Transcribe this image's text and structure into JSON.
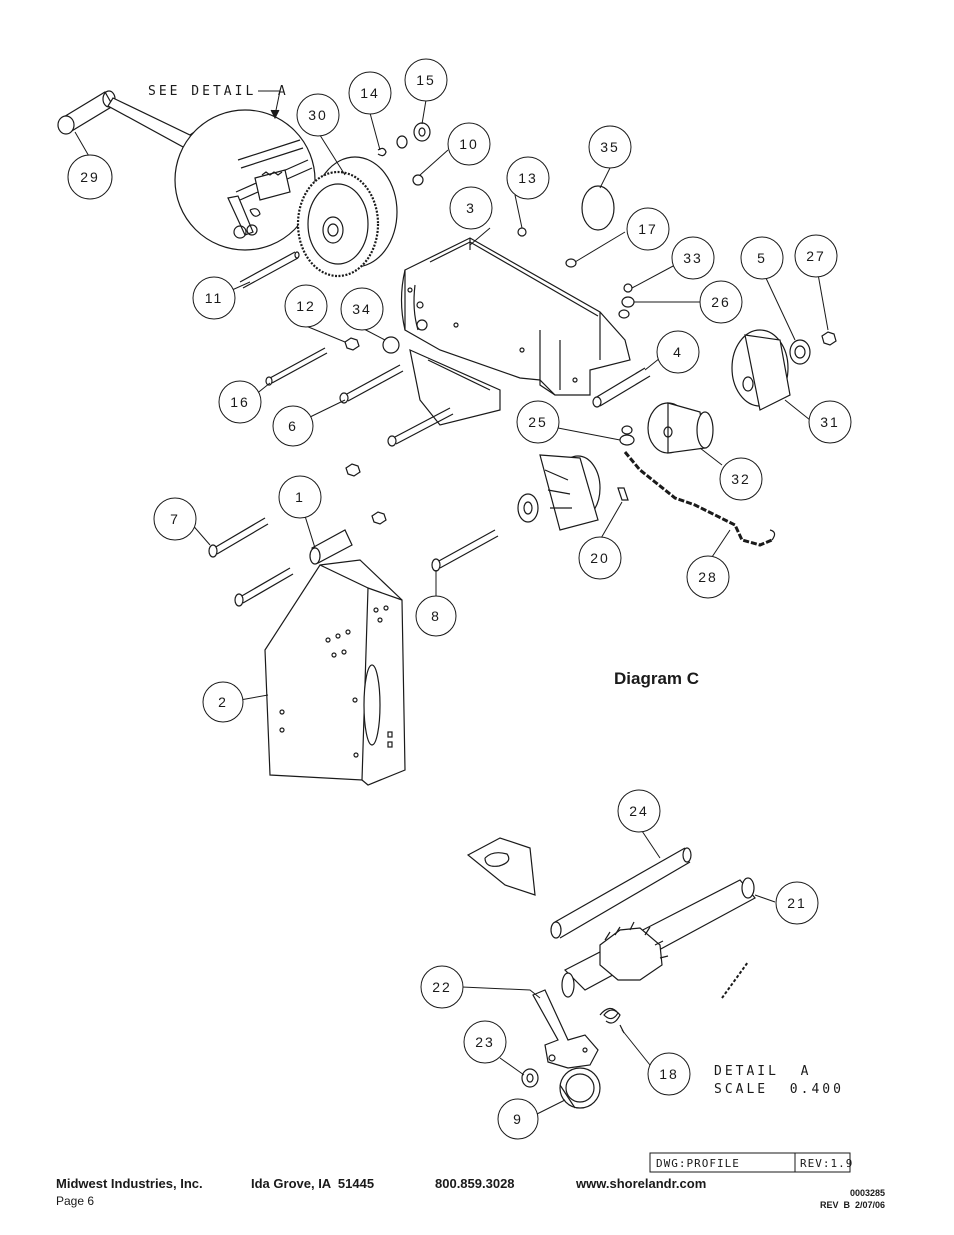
{
  "diagram": {
    "title": "Diagram C",
    "see_detail_label": "SEE DETAIL  A",
    "detail_label": "DETAIL  A",
    "scale_label": "SCALE  0.400",
    "callouts": [
      "29",
      "30",
      "14",
      "15",
      "10",
      "13",
      "35",
      "3",
      "17",
      "33",
      "5",
      "27",
      "26",
      "11",
      "12",
      "34",
      "16",
      "6",
      "4",
      "31",
      "25",
      "32",
      "7",
      "1",
      "20",
      "28",
      "8",
      "2",
      "24",
      "21",
      "22",
      "23",
      "18",
      "9"
    ]
  },
  "title_block": {
    "dwg": "DWG:PROFILE",
    "rev": "REV:1.9"
  },
  "footer": {
    "company": "Midwest Industries, Inc.",
    "address": "Ida Grove, IA  51445",
    "phone": "800.859.3028",
    "website": "www.shorelandr.com",
    "page": "Page 6",
    "doc_number": "0003285",
    "revision": "REV  B  2/07/06"
  },
  "colors": {
    "line": "#1a1a1a",
    "background": "#ffffff"
  }
}
